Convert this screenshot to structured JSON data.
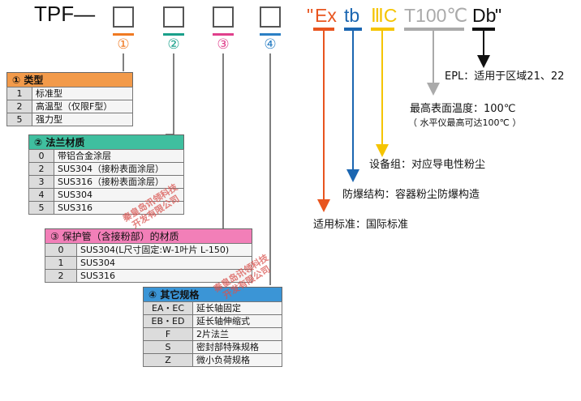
{
  "model": {
    "prefix": "TPF",
    "dash": "—",
    "markers": [
      "①",
      "②",
      "③",
      "④"
    ],
    "marker_colors": [
      "#f07a22",
      "#1aa08a",
      "#e0408c",
      "#2b7fc4"
    ]
  },
  "codes": {
    "open_quote": "\"",
    "ex": "Ex",
    "tb": "tb",
    "iiic": "ⅢC",
    "temp": "T100℃",
    "db": "Db",
    "close_quote": "\"",
    "colors": {
      "ex": "#e8551f",
      "tb": "#1b66b1",
      "iiic": "#f5c400",
      "temp": "#aaaaaa",
      "db": "#111111"
    }
  },
  "notes": {
    "epl": "EPL：适用于区域21、22",
    "max_temp": "最高表面温度：100℃",
    "max_temp_sub": "（ 水平仪最高可达100℃ ）",
    "equipment_group": "设备组：对应导电性粉尘",
    "protection": "防爆结构：容器粉尘防爆构造",
    "standard": "适用标准：国际标准"
  },
  "table1": {
    "header": "① 类型",
    "color": "#f29a4a",
    "rows": [
      {
        "code": "1",
        "desc": "标准型"
      },
      {
        "code": "2",
        "desc": "高温型（仅限F型）"
      },
      {
        "code": "5",
        "desc": "强力型"
      }
    ]
  },
  "table2": {
    "header": "② 法兰材质",
    "color": "#3fbf9f",
    "rows": [
      {
        "code": "0",
        "desc": "带铝合金涂层"
      },
      {
        "code": "2",
        "desc": "SUS304（接粉表面涂层）"
      },
      {
        "code": "3",
        "desc": "SUS316（接粉表面涂层）"
      },
      {
        "code": "4",
        "desc": "SUS304"
      },
      {
        "code": "5",
        "desc": "SUS316"
      }
    ]
  },
  "table3": {
    "header": "③ 保护管（含接粉部）的材质",
    "color": "#f27fb8",
    "rows": [
      {
        "code": "0",
        "desc": "SUS304(L尺寸固定:W-1叶片 L-150)"
      },
      {
        "code": "1",
        "desc": "SUS304"
      },
      {
        "code": "2",
        "desc": "SUS316"
      }
    ]
  },
  "table4": {
    "header": "④ 其它规格",
    "color": "#3b95d6",
    "rows": [
      {
        "code": "EA・EC",
        "desc": "延长轴固定"
      },
      {
        "code": "EB・ED",
        "desc": "延长轴伸缩式"
      },
      {
        "code": "F",
        "desc": "2片法兰"
      },
      {
        "code": "S",
        "desc": "密封部特殊规格"
      },
      {
        "code": "Z",
        "desc": "微小负荷规格"
      }
    ]
  },
  "stamps": {
    "line1": "秦皇岛讯领科技",
    "line2": "开发有限公司"
  }
}
